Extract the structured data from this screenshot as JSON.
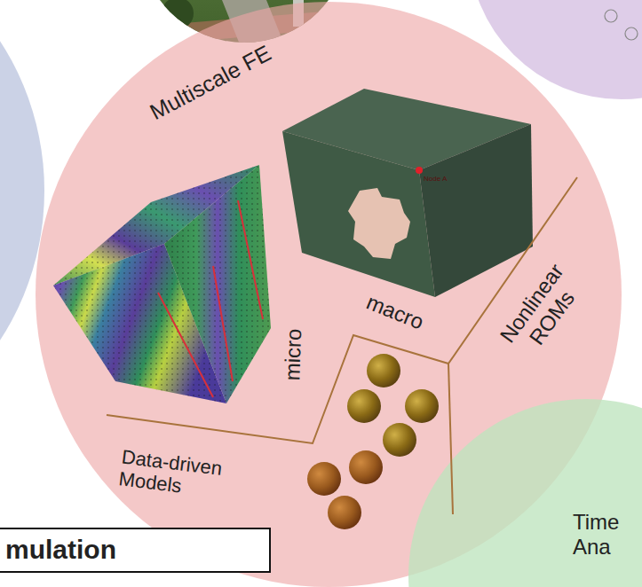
{
  "diagram": {
    "nodes": [
      {
        "text": [
          "Multiscale FE"
        ]
      },
      {
        "text": [
          "Time Ana"
        ]
      },
      {
        "text": [
          "mulation"
        ]
      }
    ],
    "labels": [
      "micro",
      "macro",
      "Nonlinear ROMs",
      "Data-driven Models",
      "Node A"
    ]
  }
}
